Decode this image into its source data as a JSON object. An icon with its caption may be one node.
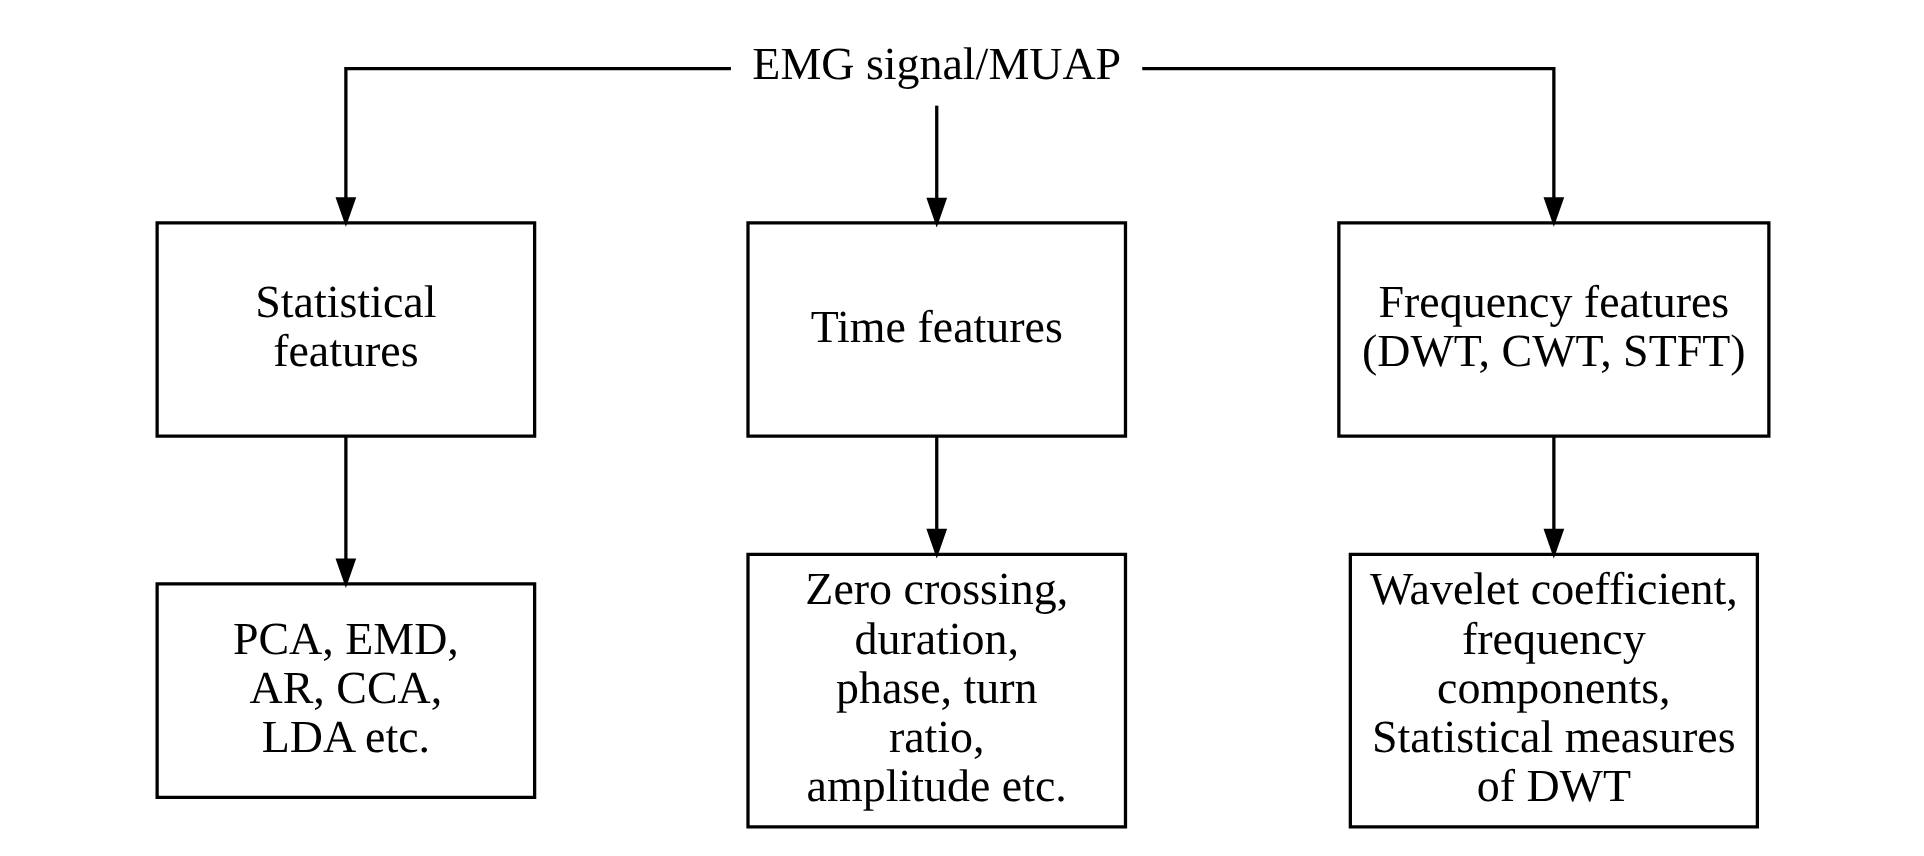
{
  "diagram": {
    "nodes": [
      {
        "text": [
          "EMG signal/MUAP"
        ]
      },
      {
        "text": [
          "Statistical features"
        ]
      },
      {
        "text": [
          "Time features"
        ]
      },
      {
        "text": [
          "Frequency features (DWT, CWT, STFT)"
        ]
      },
      {
        "text": [
          "PCA, EMD, AR, CCA, LDA etc."
        ]
      },
      {
        "text": [
          "Zero crossing, duration, phase, turn ratio, amplitude etc."
        ]
      },
      {
        "text": [
          "Wavelet coefficient, frequency components, Statistical measures of DWT"
        ]
      }
    ],
    "edges": [
      {
        "from": 0,
        "to": 1,
        "arrow": "to"
      },
      {
        "from": 0,
        "to": 2,
        "arrow": "to"
      },
      {
        "from": 0,
        "to": 3,
        "arrow": "to"
      },
      {
        "from": 1,
        "to": 4,
        "arrow": "to"
      },
      {
        "from": 2,
        "to": 5,
        "arrow": "to"
      },
      {
        "from": 3,
        "to": 6,
        "arrow": "to"
      }
    ]
  }
}
